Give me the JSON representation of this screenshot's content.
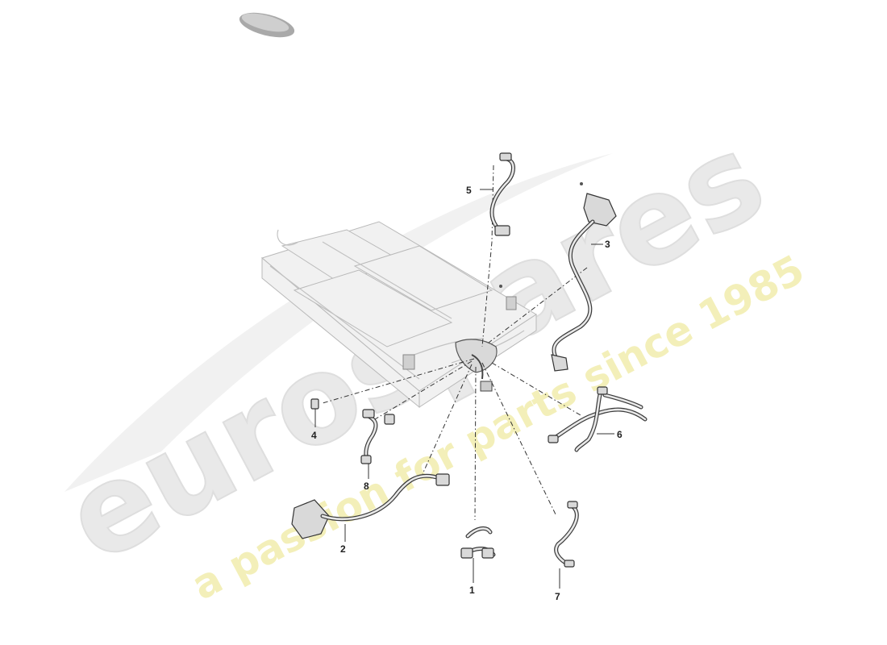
{
  "watermark": {
    "brand": "eurospares",
    "tagline": "a passion for parts since 1985"
  },
  "callouts": [
    {
      "id": "1",
      "label": "1"
    },
    {
      "id": "2",
      "label": "2"
    },
    {
      "id": "3",
      "label": "3"
    },
    {
      "id": "4",
      "label": "4"
    },
    {
      "id": "5",
      "label": "5"
    },
    {
      "id": "6",
      "label": "6"
    },
    {
      "id": "7",
      "label": "7"
    },
    {
      "id": "8",
      "label": "8"
    }
  ],
  "colors": {
    "watermark_gray": "#e6e6e6",
    "watermark_yellow": "#f4f0b0",
    "line": "#333333",
    "badge": "#b5b5b5"
  }
}
